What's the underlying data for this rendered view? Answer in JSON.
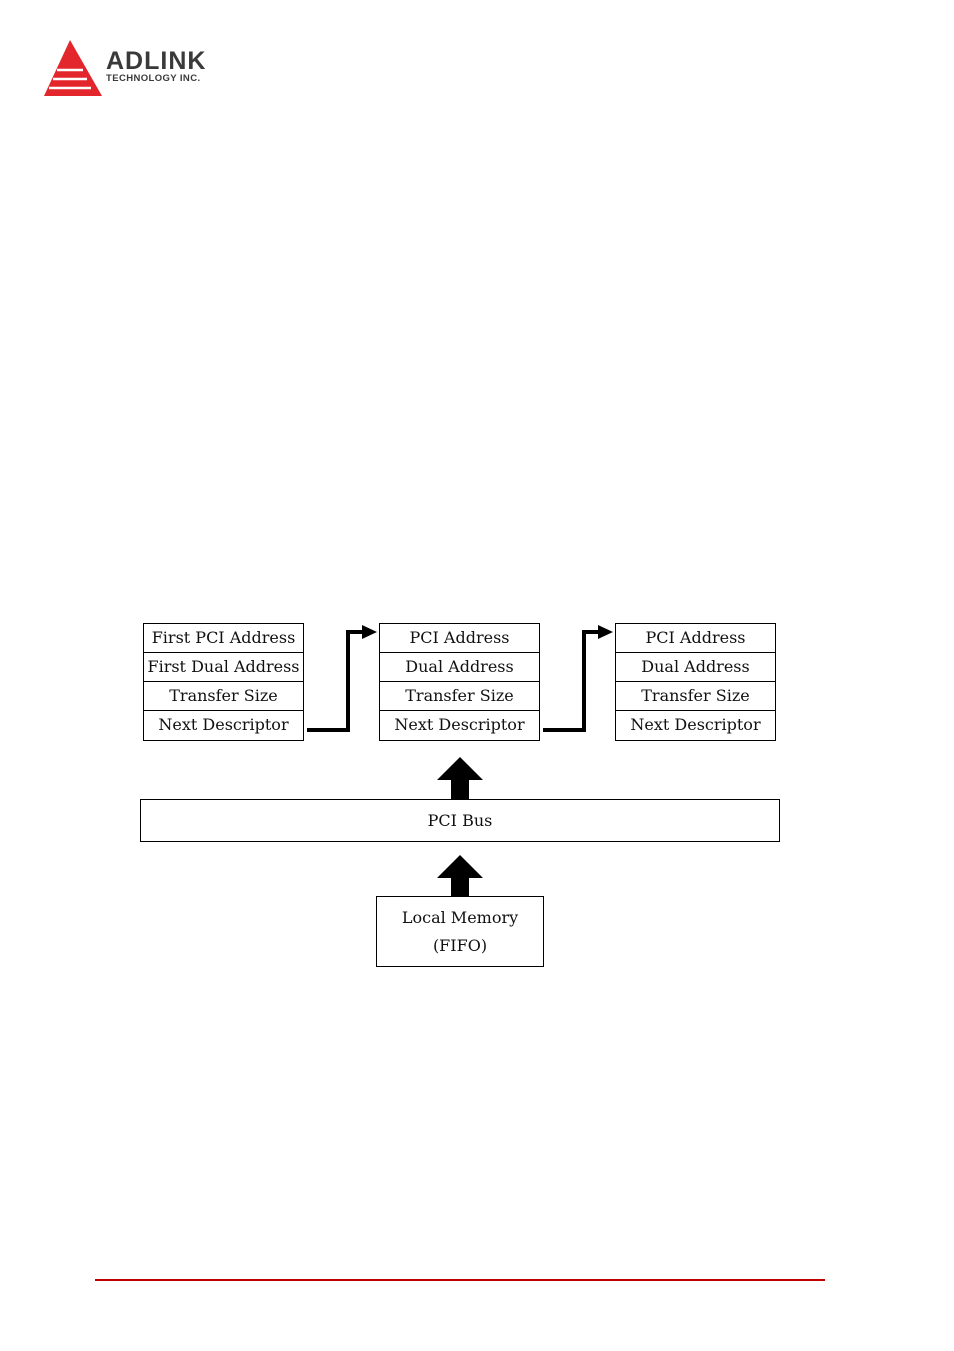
{
  "header": {
    "logo_name": "ADLINK",
    "logo_tagline": "TECHNOLOGY INC.",
    "logo_registered": "®"
  },
  "diagram": {
    "descriptors": [
      {
        "rows": [
          "First PCI Address",
          "First Dual Address",
          "Transfer Size",
          "Next Descriptor"
        ]
      },
      {
        "rows": [
          "PCI Address",
          "Dual Address",
          "Transfer Size",
          "Next Descriptor"
        ]
      },
      {
        "rows": [
          "PCI Address",
          "Dual Address",
          "Transfer Size",
          "Next Descriptor"
        ]
      }
    ],
    "bus_label": "PCI Bus",
    "memory_line1": "Local Memory",
    "memory_line2": "(FIFO)"
  },
  "colors": {
    "brand_red": "#e2262b",
    "footer_rule": "#c00000",
    "logo_text": "#3a3a3a"
  }
}
